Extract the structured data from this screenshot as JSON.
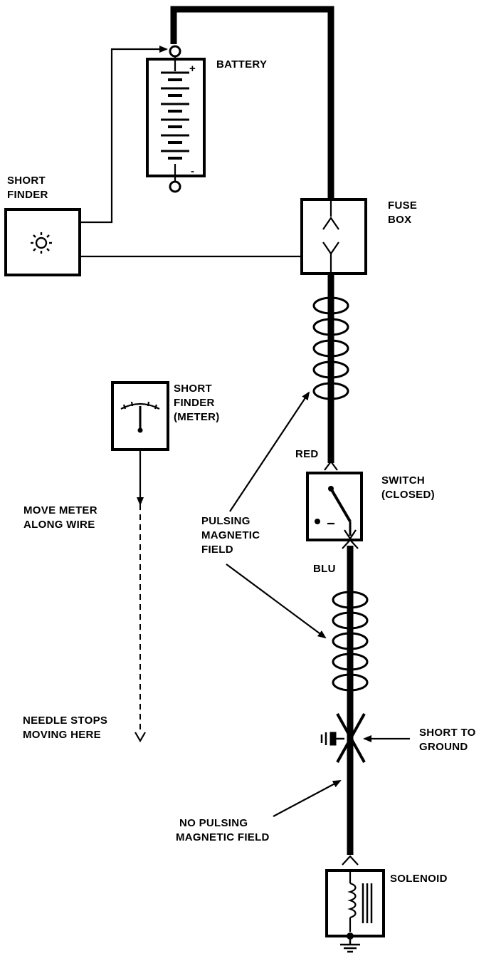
{
  "labels": {
    "battery": "BATTERY",
    "battery_plus": "+",
    "battery_minus": "-",
    "short_finder_1": "SHORT",
    "short_finder_2": "FINDER",
    "fuse_box_1": "FUSE",
    "fuse_box_2": "BOX",
    "meter_1": "SHORT",
    "meter_2": "FINDER",
    "meter_3": "(METER)",
    "red": "RED",
    "switch_1": "SWITCH",
    "switch_2": "(CLOSED)",
    "move_meter_1": "MOVE METER",
    "move_meter_2": "ALONG WIRE",
    "pulsing_1": "PULSING",
    "pulsing_2": "MAGNETIC",
    "pulsing_3": "FIELD",
    "blu": "BLU",
    "needle_1": "NEEDLE STOPS",
    "needle_2": "MOVING HERE",
    "short_ground_1": "SHORT TO",
    "short_ground_2": "GROUND",
    "no_pulsing_1": "NO PULSING",
    "no_pulsing_2": "MAGNETIC FIELD",
    "solenoid": "SOLENOID"
  }
}
